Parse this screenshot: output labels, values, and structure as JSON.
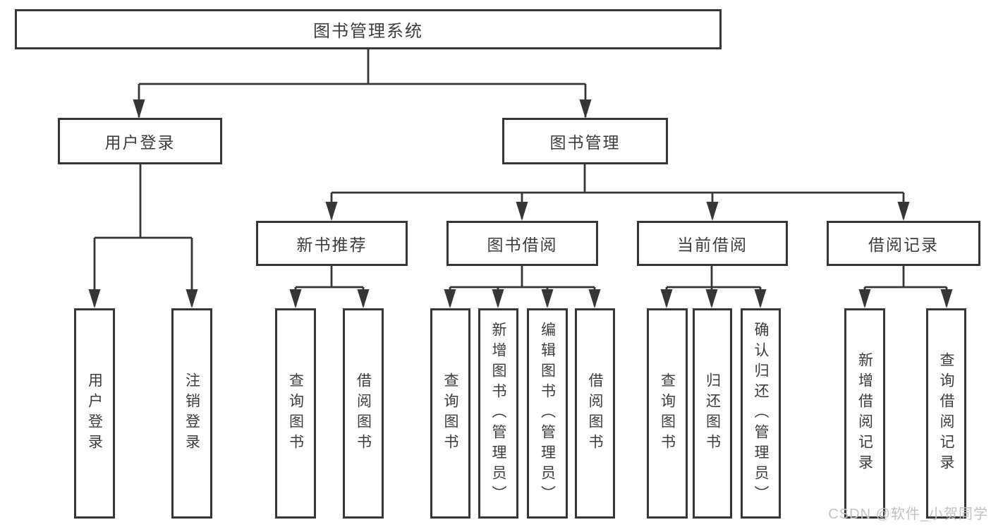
{
  "colors": {
    "line": "#363636",
    "text": "#3d3d3d",
    "box_background": "#ffffff",
    "watermark": "#c2c2c2",
    "background": "#ffffff"
  },
  "watermark": {
    "text": "CSDN @软件_小贺同学"
  },
  "tree": {
    "root": {
      "label": "图书管理系统"
    },
    "branches": [
      {
        "label": "用户登录",
        "children": [
          {
            "label": "用户登录"
          },
          {
            "label": "注销登录"
          }
        ]
      },
      {
        "label": "图书管理",
        "children": [
          {
            "label": "新书推荐",
            "children": [
              {
                "label": "查询图书"
              },
              {
                "label": "借阅图书"
              }
            ]
          },
          {
            "label": "图书借阅",
            "children": [
              {
                "label": "查询图书"
              },
              {
                "label": "新增图书（管理员）"
              },
              {
                "label": "编辑图书（管理员）"
              },
              {
                "label": "借阅图书"
              }
            ]
          },
          {
            "label": "当前借阅",
            "children": [
              {
                "label": "查询图书"
              },
              {
                "label": "归还图书"
              },
              {
                "label": "确认归还（管理员）"
              }
            ]
          },
          {
            "label": "借阅记录",
            "children": [
              {
                "label": "新增借阅记录"
              },
              {
                "label": "查询借阅记录"
              }
            ]
          }
        ]
      }
    ]
  }
}
